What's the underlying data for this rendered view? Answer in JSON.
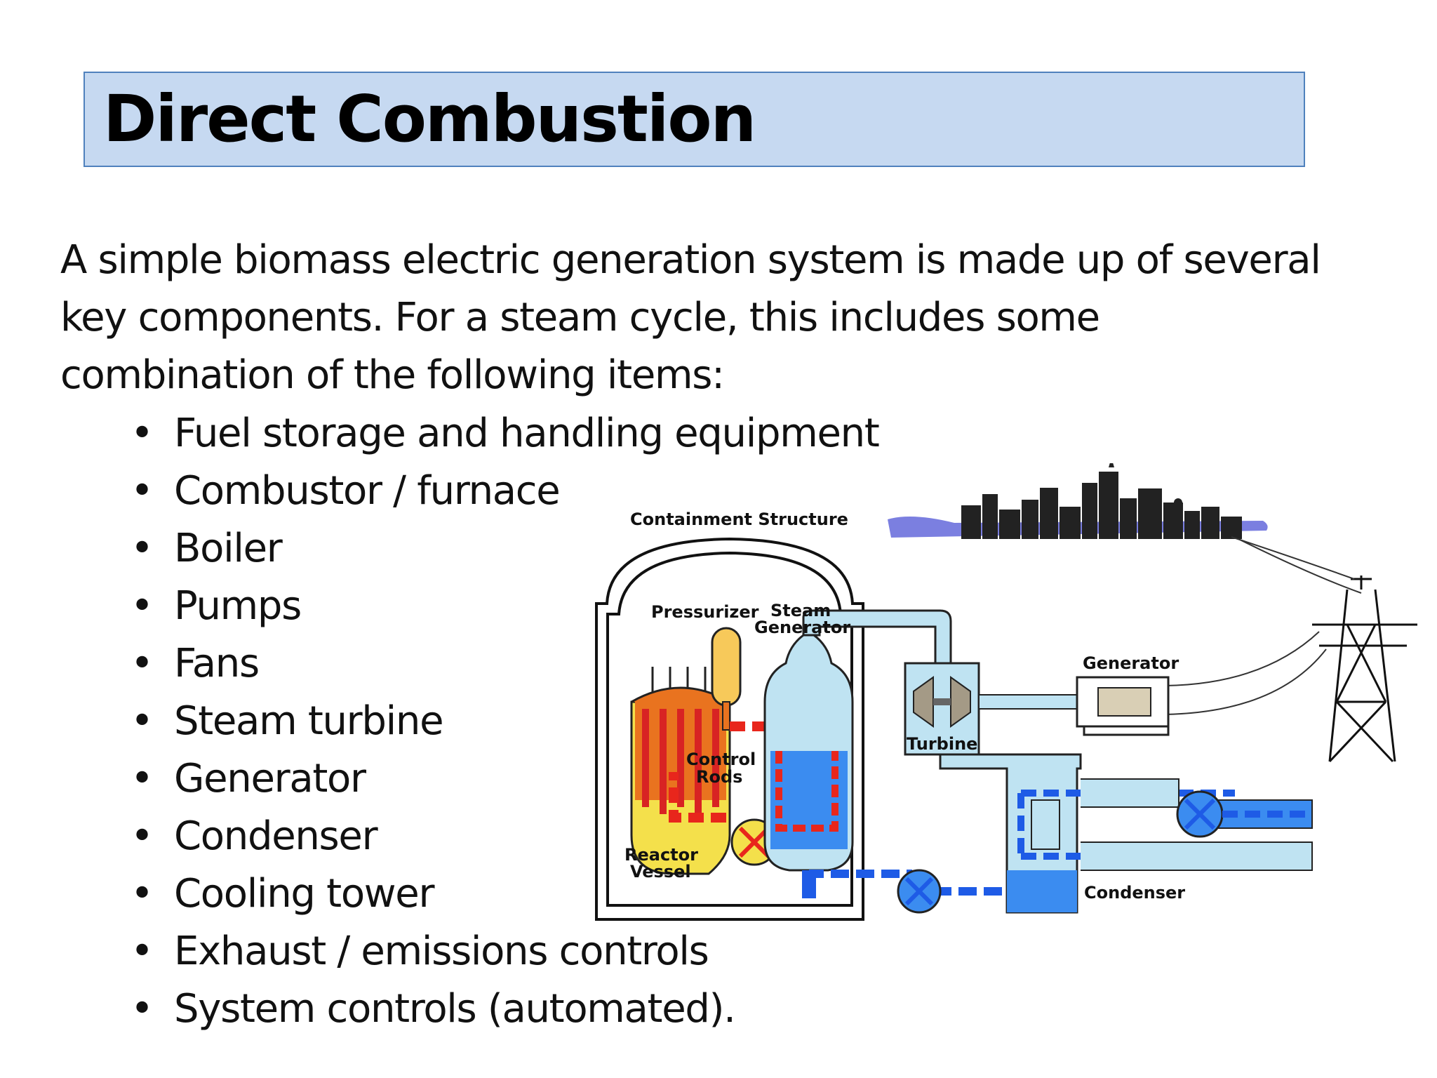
{
  "title": "Direct Combustion",
  "intro": "A simple biomass electric generation system is made up of several key components. For a steam cycle, this includes some combination of the following items:",
  "bullet_char": "•",
  "bullets": [
    "Fuel storage and handling equipment",
    "Combustor / furnace",
    "Boiler",
    "Pumps",
    "Fans",
    "Steam turbine",
    "Generator",
    "Condenser",
    "Cooling tower",
    "Exhaust / emissions controls",
    "System controls (automated)."
  ],
  "diagram": {
    "containment": "Containment Structure",
    "pressurizer": "Pressurizer",
    "steam_generator_1": "Steam",
    "steam_generator_2": "Generator",
    "control_rods_1": "Control",
    "control_rods_2": "Rods",
    "reactor_vessel_1": "Reactor",
    "reactor_vessel_2": "Vessel",
    "turbine": "Turbine",
    "generator": "Generator",
    "condenser": "Condenser"
  },
  "colors": {
    "title_bg": "#c6d9f1",
    "title_border": "#4f81bd",
    "hot_loop": "#e8261c",
    "cold_loop": "#1e5be6",
    "steam": "#bfe3f2",
    "reactor": "#f4e04b"
  }
}
